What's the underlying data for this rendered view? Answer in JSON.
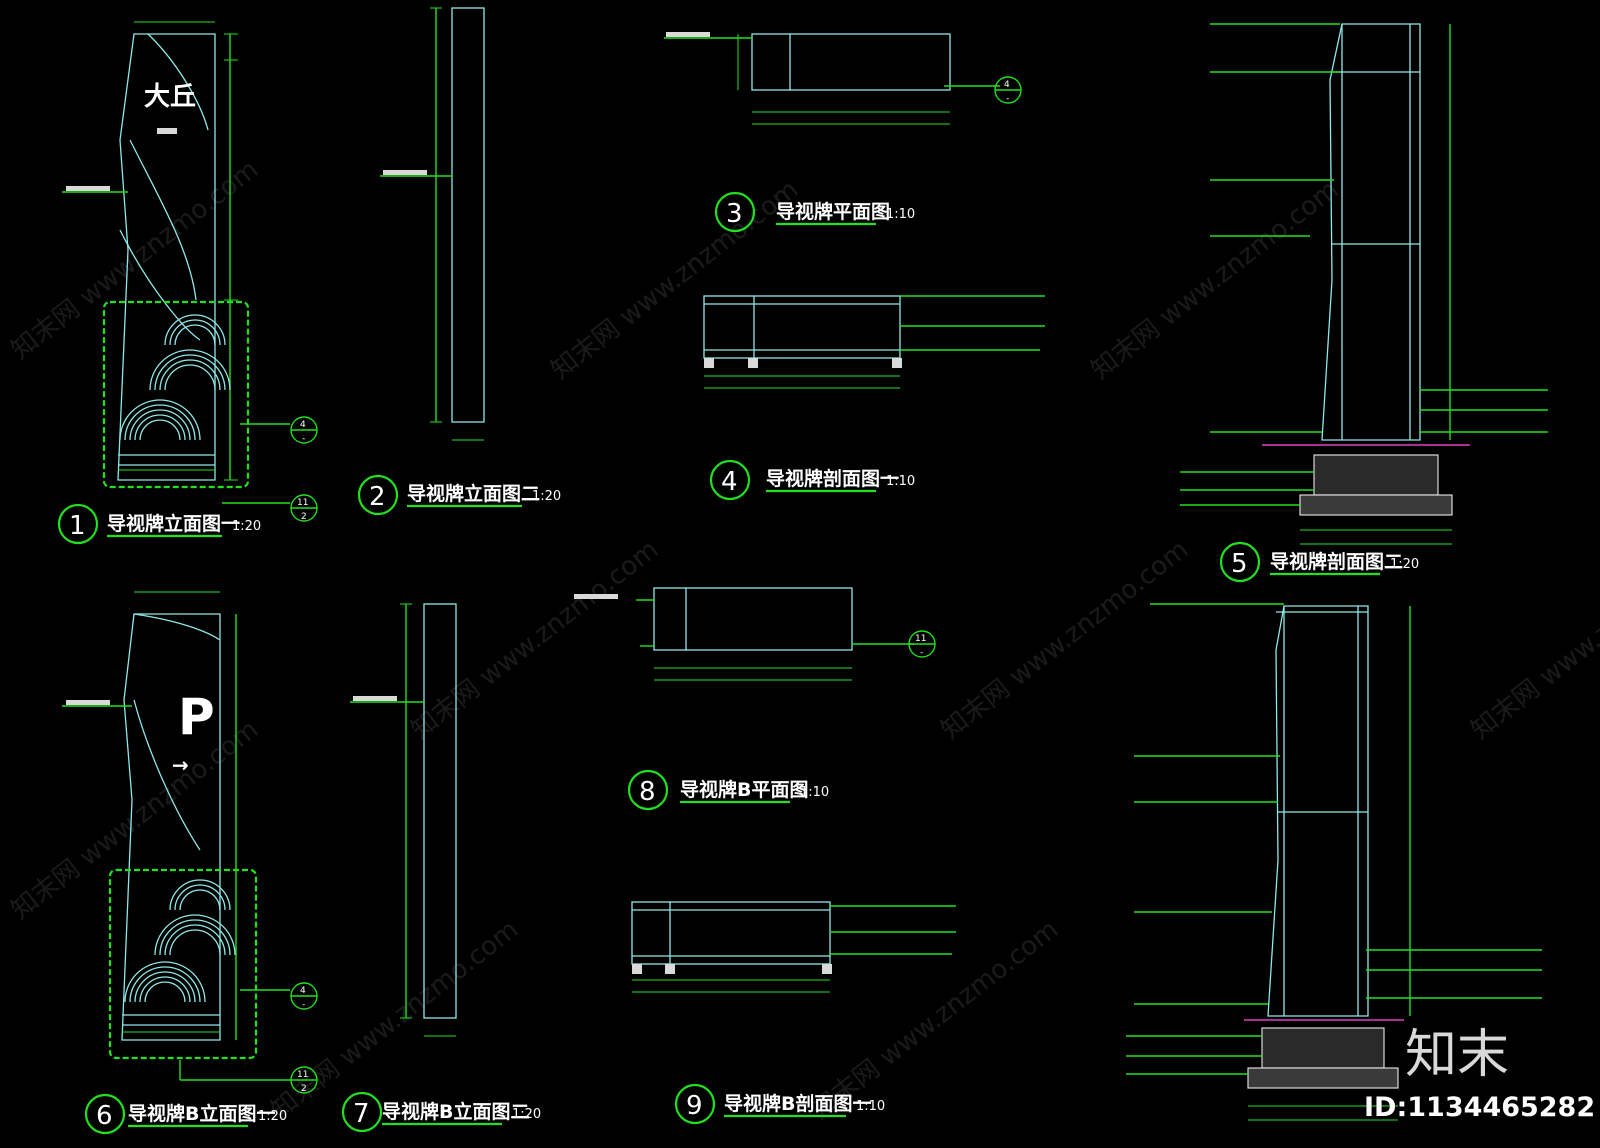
{
  "drawings": [
    {
      "num": "1",
      "title": "导视牌立面图一",
      "scale": "1:20"
    },
    {
      "num": "2",
      "title": "导视牌立面图二",
      "scale": "1:20"
    },
    {
      "num": "3",
      "title": "导视牌平面图",
      "scale": "1:10"
    },
    {
      "num": "4",
      "title": "导视牌剖面图一",
      "scale": "1:10"
    },
    {
      "num": "5",
      "title": "导视牌剖面图二",
      "scale": "1:20"
    },
    {
      "num": "6",
      "title": "导视牌B立面图一",
      "scale": "1:20"
    },
    {
      "num": "7",
      "title": "导视牌B立面图二",
      "scale": "1:20"
    },
    {
      "num": "8",
      "title": "导视牌B平面图",
      "scale": "1:10"
    },
    {
      "num": "9",
      "title": "导视牌B剖面图一",
      "scale": "1:10"
    }
  ],
  "sign_text": {
    "main": "大丘",
    "parking": "P",
    "arrow": "→"
  },
  "section_refs": [
    {
      "top": "4",
      "bottom": "-"
    },
    {
      "top": "11",
      "bottom": "2"
    },
    {
      "top": "4",
      "bottom": "-"
    },
    {
      "top": "11",
      "bottom": "2"
    },
    {
      "top": "4",
      "bottom": "-"
    },
    {
      "top": "11",
      "bottom": "-"
    }
  ],
  "watermark": {
    "text": "知末网 www.znzmo.com",
    "logo": "知末",
    "id": "ID:1134465282"
  },
  "colors": {
    "background": "#000000",
    "line": "#22e01e",
    "outline": "#8fe8e8",
    "text": "#ffffff",
    "accent": "#e040c0"
  }
}
